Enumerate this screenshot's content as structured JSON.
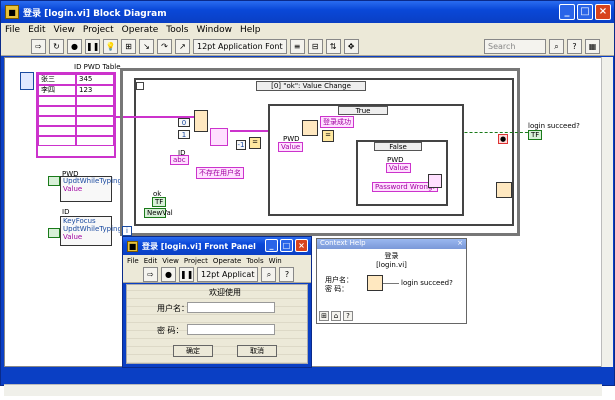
{
  "main_window": {
    "title": "登录 [login.vi] Block Diagram",
    "menu": [
      "File",
      "Edit",
      "View",
      "Project",
      "Operate",
      "Tools",
      "Window",
      "Help"
    ],
    "toolbar": {
      "font": "12pt Application Font",
      "search_placeholder": "Search"
    }
  },
  "diagram": {
    "table_header": "ID PWD Table",
    "table_rows": [
      [
        "张三",
        "345"
      ],
      [
        "李四",
        "123"
      ]
    ],
    "event_case": "[0] \"ok\": Value Change",
    "true_case": "True",
    "false_case": "False",
    "login_label": "login succeed?",
    "login_value": "TF",
    "pwd_label": "PWD",
    "id_label": "ID",
    "ok_label": "ok",
    "ok_value": "TF",
    "newval": "NewVal",
    "pwd_prop1": "UpdtWhileTyping",
    "pwd_prop2": "Value",
    "id_prop0": "KeyFocus",
    "id_prop1": "UpdtWhileTyping",
    "id_prop2": "Value",
    "abc": "abc",
    "minus_one": "-1",
    "no_user": "不存在用户名",
    "login_success": "登录成功",
    "pwd_wrong": "Password Wrong!",
    "pwd_true_label": "PWD",
    "pwd_true_prop": "Value",
    "pwd_false_label": "PWD",
    "pwd_false_prop": "Value",
    "str_label": "abc",
    "iteration": "i"
  },
  "front_panel": {
    "title": "登录 [login.vi] Front Panel",
    "menu": [
      "File",
      "Edit",
      "View",
      "Project",
      "Operate",
      "Tools",
      "Win"
    ],
    "font": "12pt Applicat",
    "welcome": "欢迎使用",
    "user_label": "用户名：",
    "pwd_label": "密  码：",
    "ok_btn": "确定",
    "cancel_btn": "取消"
  },
  "context_help": {
    "title": "Context Help",
    "heading_cn": "登录",
    "heading": "[login.vi]",
    "in1": "用户名：",
    "in2": "密  码：",
    "out": "login succeed?"
  }
}
